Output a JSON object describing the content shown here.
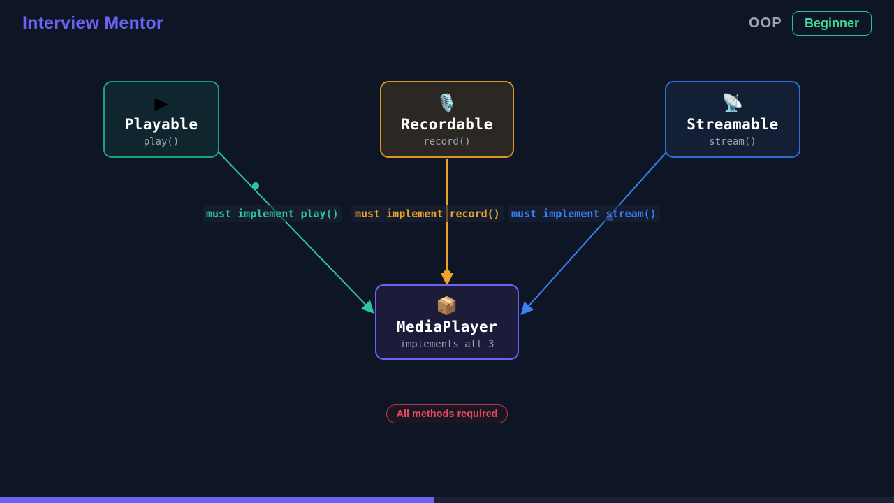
{
  "header": {
    "app_title": "Interview Mentor",
    "topic_label": "OOP",
    "level_badge": "Beginner"
  },
  "diagram": {
    "type": "class-interface-diagram",
    "nodes": [
      {
        "id": "playable",
        "icon": "play-icon",
        "icon_glyph": "▶",
        "title": "Playable",
        "subtitle": "play()",
        "border_color": "#1f9e7e",
        "background": "#10262f"
      },
      {
        "id": "recordable",
        "icon": "microphone-icon",
        "icon_glyph": "🎙️",
        "title": "Recordable",
        "subtitle": "record()",
        "border_color": "#d99527",
        "background": "#2b2723"
      },
      {
        "id": "streamable",
        "icon": "satellite-dish-icon",
        "icon_glyph": "📡",
        "title": "Streamable",
        "subtitle": "stream()",
        "border_color": "#2f6fd4",
        "background": "#131f34"
      },
      {
        "id": "mediaplayer",
        "icon": "package-icon",
        "icon_glyph": "📦",
        "title": "MediaPlayer",
        "subtitle": "implements all 3",
        "border_color": "#6c63f5",
        "background": "#1c1c3a"
      }
    ],
    "edges": [
      {
        "id": "playable-to-mediaplayer",
        "from": "playable",
        "to": "mediaplayer",
        "label": "must implement play()",
        "color": "#2fc79a"
      },
      {
        "id": "recordable-to-mediaplayer",
        "from": "recordable",
        "to": "mediaplayer",
        "label": "must implement record()",
        "color": "#f0a32a"
      },
      {
        "id": "streamable-to-mediaplayer",
        "from": "streamable",
        "to": "mediaplayer",
        "label": "must implement stream()",
        "color": "#3b82f6"
      }
    ],
    "note": "All methods required"
  },
  "progress": {
    "percent": 48.5,
    "fill_color": "#6c63f5",
    "track_color": "#1b2236"
  }
}
